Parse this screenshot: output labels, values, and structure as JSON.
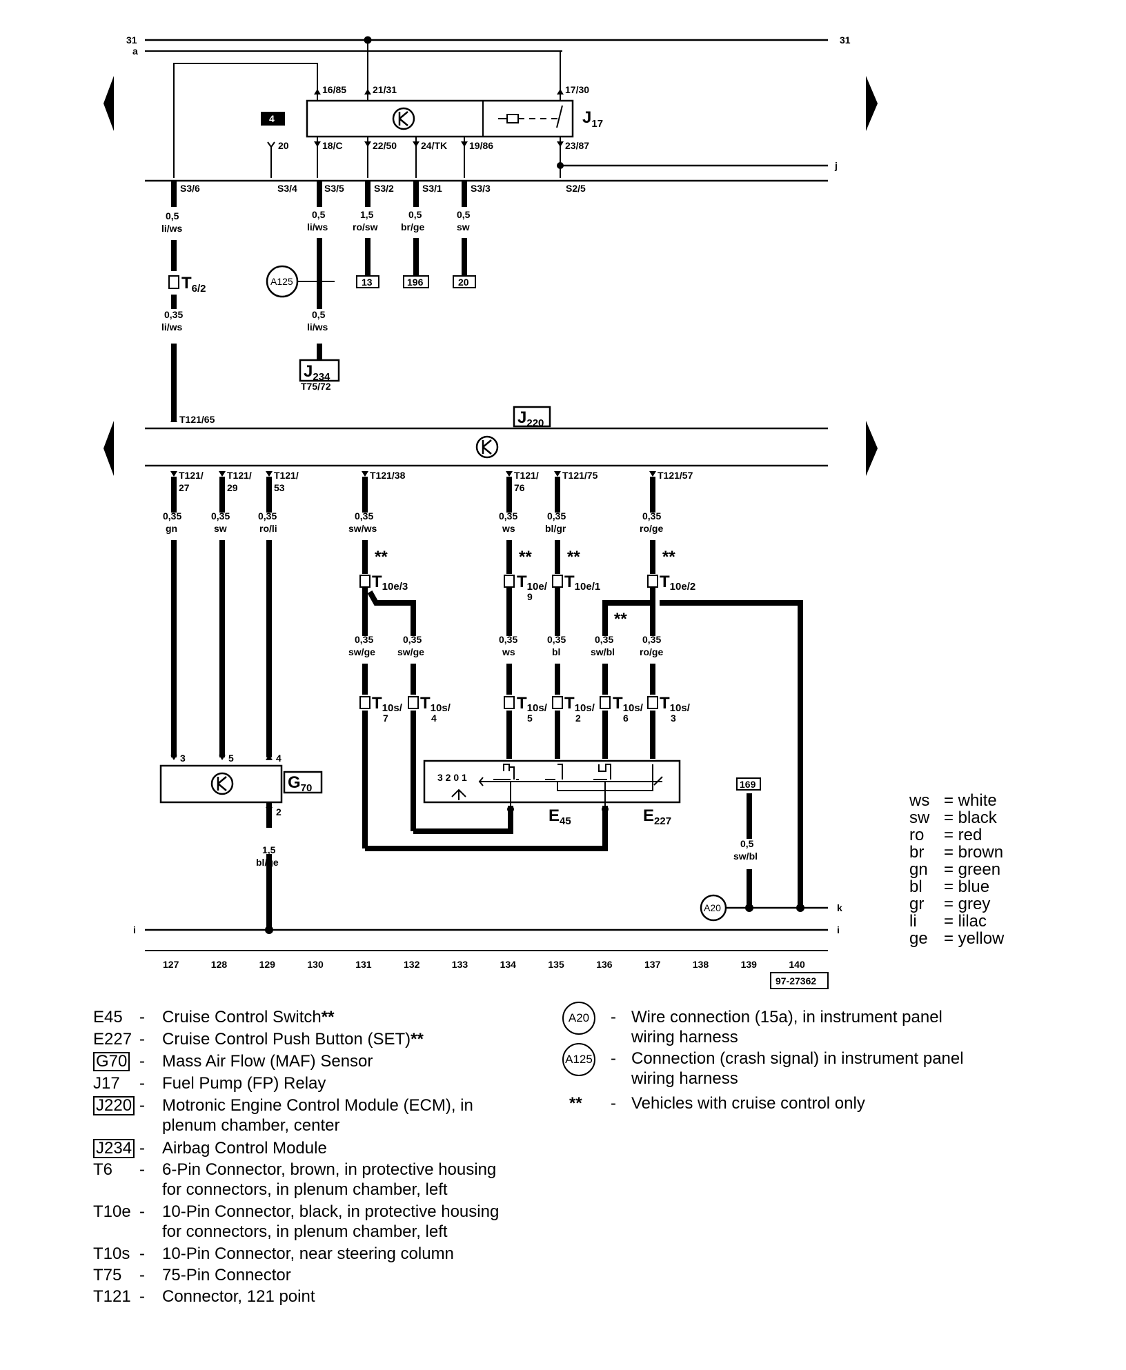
{
  "diagram": {
    "rails": {
      "top_left": "31",
      "top_right": "31",
      "a": "a",
      "j": "j",
      "k": "k",
      "i_left": "i",
      "i_right": "i"
    },
    "j17": {
      "label": "J",
      "sub": "17",
      "pins_top": [
        "16/85",
        "21/31",
        "17/30"
      ],
      "pins_bottom": [
        "18/C",
        "22/50",
        "24/TK",
        "19/86",
        "23/87"
      ]
    },
    "box_4": "4",
    "pin_20": "20",
    "splices": [
      "S3/6",
      "S3/4",
      "S3/5",
      "S3/2",
      "S3/1",
      "S3/3",
      "S2/5"
    ],
    "wires_top": [
      {
        "size": "0,5",
        "color": "li/ws"
      },
      {
        "size": "0,5",
        "color": "li/ws"
      },
      {
        "size": "1,5",
        "color": "ro/sw"
      },
      {
        "size": "0,5",
        "color": "br/ge"
      },
      {
        "size": "0,5",
        "color": "sw"
      },
      {
        "size": "0,35",
        "color": "li/ws"
      },
      {
        "size": "0,5",
        "color": "li/ws"
      }
    ],
    "refs_top": [
      "13",
      "196",
      "20"
    ],
    "t6": {
      "label": "T",
      "sub": "6/2"
    },
    "a125": "A125",
    "j234": {
      "label": "J",
      "sub": "234",
      "pin": "T75/72"
    },
    "j220": {
      "label": "J",
      "sub": "220",
      "pin": "T121/65"
    },
    "t121_pins": [
      {
        "a": "T121/",
        "b": "27"
      },
      {
        "a": "T121/",
        "b": "29"
      },
      {
        "a": "T121/",
        "b": "53"
      },
      {
        "a": "T121/38",
        "b": ""
      },
      {
        "a": "T121/",
        "b": "76"
      },
      {
        "a": "T121/75",
        "b": ""
      },
      {
        "a": "T121/57",
        "b": ""
      }
    ],
    "wires_mid": [
      {
        "size": "0,35",
        "color": "gn"
      },
      {
        "size": "0,35",
        "color": "sw"
      },
      {
        "size": "0,35",
        "color": "ro/li"
      },
      {
        "size": "0,35",
        "color": "sw/ws"
      },
      {
        "size": "0,35",
        "color": "ws"
      },
      {
        "size": "0,35",
        "color": "bl/gr"
      },
      {
        "size": "0,35",
        "color": "ro/ge"
      }
    ],
    "double_star": "**",
    "t10e": [
      {
        "label": "T",
        "sub": "10e/3",
        "extra": ""
      },
      {
        "label": "T",
        "sub": "10e/",
        "extra": "9"
      },
      {
        "label": "T",
        "sub": "10e/1",
        "extra": ""
      },
      {
        "label": "T",
        "sub": "10e/2",
        "extra": ""
      }
    ],
    "wires_low": [
      {
        "size": "0,35",
        "color": "sw/ge"
      },
      {
        "size": "0,35",
        "color": "sw/ge"
      },
      {
        "size": "0,35",
        "color": "ws"
      },
      {
        "size": "0,35",
        "color": "bl"
      },
      {
        "size": "0,35",
        "color": "sw/bl"
      },
      {
        "size": "0,35",
        "color": "ro/ge"
      }
    ],
    "t10s": [
      {
        "label": "T",
        "sub": "10s/",
        "extra": "7"
      },
      {
        "label": "T",
        "sub": "10s/",
        "extra": "4"
      },
      {
        "label": "T",
        "sub": "10s/",
        "extra": "5"
      },
      {
        "label": "T",
        "sub": "10s/",
        "extra": "2"
      },
      {
        "label": "T",
        "sub": "10s/",
        "extra": "6"
      },
      {
        "label": "T",
        "sub": "10s/",
        "extra": "3"
      }
    ],
    "g70": {
      "label": "G",
      "sub": "70",
      "pins": [
        "3",
        "5",
        "4",
        "2"
      ]
    },
    "g70_wire": {
      "size": "1,5",
      "color": "bl/ge"
    },
    "switch_positions": "3 2 0 1",
    "e45": {
      "label": "E",
      "sub": "45"
    },
    "e227": {
      "label": "E",
      "sub": "227"
    },
    "ref_169": "169",
    "wire_169": {
      "size": "0,5",
      "color": "sw/bl"
    },
    "a20": "A20",
    "track_numbers": [
      "127",
      "128",
      "129",
      "130",
      "131",
      "132",
      "133",
      "134",
      "135",
      "136",
      "137",
      "138",
      "139",
      "140"
    ],
    "doc_number": "97-27362"
  },
  "color_key": [
    {
      "code": "ws",
      "name": "white"
    },
    {
      "code": "sw",
      "name": "black"
    },
    {
      "code": "ro",
      "name": "red"
    },
    {
      "code": "br",
      "name": "brown"
    },
    {
      "code": "gn",
      "name": "green"
    },
    {
      "code": "bl",
      "name": "blue"
    },
    {
      "code": "gr",
      "name": "grey"
    },
    {
      "code": "li",
      "name": "lilac"
    },
    {
      "code": "ge",
      "name": "yellow"
    }
  ],
  "legend": {
    "left": [
      {
        "code": "E45",
        "dash": "-",
        "desc": "Cruise Control Switch",
        "mark": "**"
      },
      {
        "code": "E227",
        "dash": "-",
        "desc": "Cruise Control Push Button (SET)",
        "mark": "**"
      },
      {
        "code": "G70",
        "dash": "-",
        "desc": "Mass Air Flow (MAF) Sensor",
        "mark": ""
      },
      {
        "code": "J17",
        "dash": "-",
        "desc": "Fuel Pump (FP) Relay",
        "mark": ""
      },
      {
        "code": "J220",
        "dash": "-",
        "desc": "Motronic Engine Control Module (ECM), in\nplenum chamber, center",
        "mark": ""
      },
      {
        "code": "J234",
        "dash": "-",
        "desc": "Airbag Control Module",
        "mark": ""
      },
      {
        "code": "T6",
        "dash": "-",
        "desc": "6-Pin Connector, brown, in protective housing\nfor connectors, in plenum chamber, left",
        "mark": ""
      },
      {
        "code": "T10e",
        "dash": "-",
        "desc": "10-Pin Connector, black, in protective housing\nfor connectors, in plenum chamber, left",
        "mark": ""
      },
      {
        "code": "T10s",
        "dash": "-",
        "desc": "10-Pin Connector, near steering column",
        "mark": ""
      },
      {
        "code": "T75",
        "dash": "-",
        "desc": "75-Pin Connector",
        "mark": ""
      },
      {
        "code": "T121",
        "dash": "-",
        "desc": "Connector, 121 point",
        "mark": ""
      }
    ],
    "right": [
      {
        "code": "A20",
        "dash": "-",
        "desc": "Wire connection (15a), in instrument panel\nwiring harness"
      },
      {
        "code": "A125",
        "dash": "-",
        "desc": "Connection (crash signal) in instrument panel\nwiring harness"
      },
      {
        "code": "**",
        "dash": "-",
        "desc": "Vehicles with cruise control only"
      }
    ]
  }
}
